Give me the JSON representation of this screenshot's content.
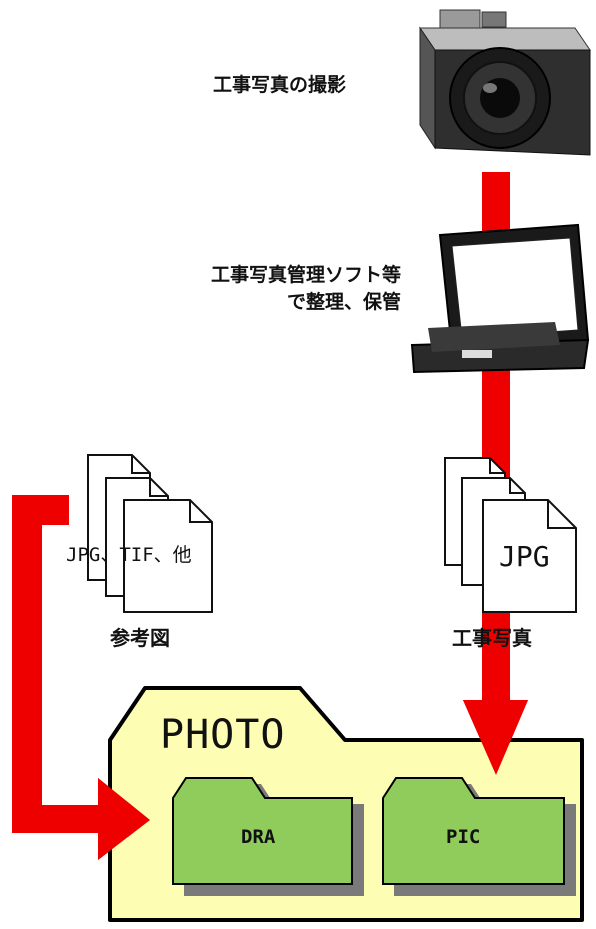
{
  "labels": {
    "camera_caption": "工事写真の撮影",
    "software_caption_line1": "工事写真管理ソフト等",
    "software_caption_line2": "で整理、保管",
    "reference_file_types": "JPG、TIF、他",
    "reference_caption": "参考図",
    "photo_file_type": "JPG",
    "photo_caption": "工事写真"
  },
  "folders": {
    "main": "PHOTO",
    "sub_reference": "DRA",
    "sub_photos": "PIC"
  },
  "colors": {
    "arrow": "#ee0000",
    "main_folder_fill": "#fdfdb3",
    "sub_folder_fill": "#8fcc5c",
    "outline": "#000000"
  },
  "icons": [
    "camera-icon",
    "laptop-icon",
    "document-stack-icon",
    "folder-icon"
  ]
}
